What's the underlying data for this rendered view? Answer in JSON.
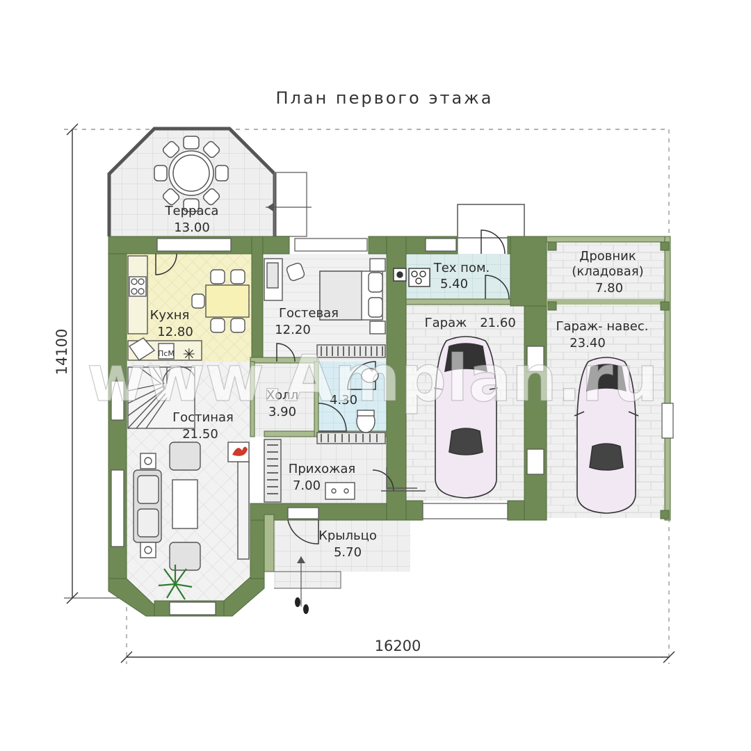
{
  "title": "План первого этажа",
  "dimensions": {
    "width": "16200",
    "height": "14100"
  },
  "watermark": "www.Amplan.ru",
  "rooms": {
    "terrace": {
      "name": "Терраса",
      "area": "13.00"
    },
    "kitchen": {
      "name": "Кухня",
      "area": "12.80"
    },
    "guest": {
      "name": "Гостевая",
      "area": "12.20"
    },
    "tech": {
      "name": "Тех пом.",
      "area": "5.40"
    },
    "woodshed": {
      "name": "Дровник",
      "sub": "(кладовая)",
      "area": "7.80"
    },
    "garage": {
      "name": "Гараж",
      "area": "21.60"
    },
    "carport": {
      "name": "Гараж- навес.",
      "area": "23.40"
    },
    "hall": {
      "name": "Холл",
      "area": "3.90"
    },
    "bathroom": {
      "area": "4.30"
    },
    "living": {
      "name": "Гостиная",
      "area": "21.50"
    },
    "entrance": {
      "name": "Прихожая",
      "area": "7.00"
    },
    "porch": {
      "name": "Крыльцо",
      "area": "5.70"
    }
  },
  "appliances": {
    "dishwasher": "ПсМ"
  },
  "colors": {
    "wall": "#6f8a55",
    "wall_light": "#a9bb8f",
    "floor_tile": "#eeeeee",
    "floor_kitchen": "#f4f0c4",
    "floor_tech": "#d9ecec",
    "floor_bath": "#d6ecf2",
    "car": "#f1e8f3"
  }
}
